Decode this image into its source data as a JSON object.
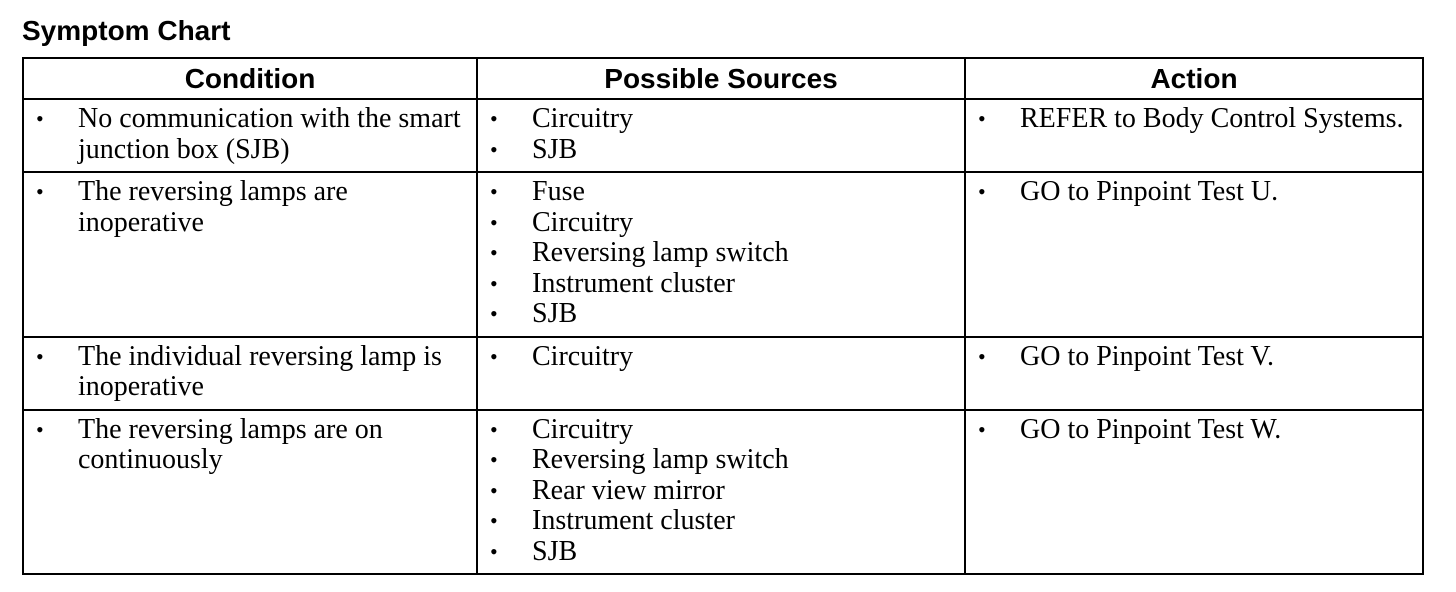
{
  "title": "Symptom Chart",
  "headers": {
    "condition": "Condition",
    "sources": "Possible Sources",
    "action": "Action"
  },
  "bullet": "•",
  "rows": [
    {
      "condition": [
        "No communication with the smart junction box (SJB)"
      ],
      "sources": [
        "Circuitry",
        "SJB"
      ],
      "action": [
        "REFER to Body Control Systems."
      ]
    },
    {
      "condition": [
        "The reversing lamps are inoperative"
      ],
      "sources": [
        "Fuse",
        "Circuitry",
        "Reversing lamp switch",
        "Instrument cluster",
        "SJB"
      ],
      "action": [
        "GO to Pinpoint Test U."
      ]
    },
    {
      "condition": [
        "The individual reversing lamp is inoperative"
      ],
      "sources": [
        "Circuitry"
      ],
      "action": [
        "GO to Pinpoint Test V."
      ]
    },
    {
      "condition": [
        "The reversing lamps are on continuously"
      ],
      "sources": [
        "Circuitry",
        "Reversing lamp switch",
        "Rear view mirror",
        "Instrument cluster",
        "SJB"
      ],
      "action": [
        "GO to Pinpoint Test W."
      ]
    }
  ]
}
